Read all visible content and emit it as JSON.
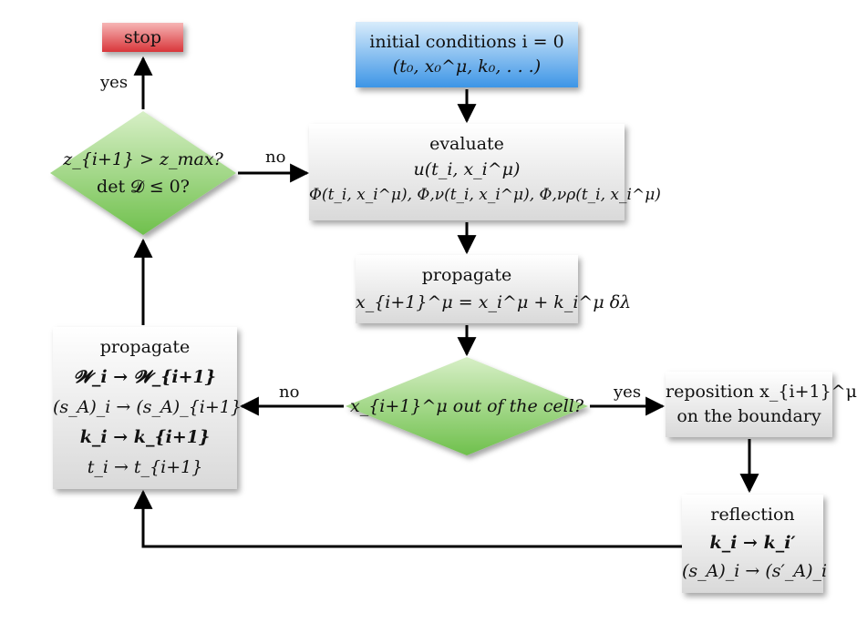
{
  "nodes": {
    "stop": {
      "text": "stop"
    },
    "initial": {
      "line1": "initial conditions i = 0",
      "line2": "(t₀, x₀^μ, k₀, . . .)"
    },
    "decision_top": {
      "line1": "z_{i+1} > z_max?",
      "line2": "det 𝓓 ≤ 0?"
    },
    "evaluate": {
      "title": "evaluate",
      "line1": "u(t_i, x_i^μ)",
      "line2": "Φ(t_i, x_i^μ), Φ,ν(t_i, x_i^μ), Φ,νρ(t_i, x_i^μ)"
    },
    "propagate_mid": {
      "title": "propagate",
      "line1": "x_{i+1}^μ = x_i^μ + k_i^μ δλ"
    },
    "decision_cell": {
      "line1": "x_{i+1}^μ out of the cell?"
    },
    "propagate_left": {
      "title": "propagate",
      "line1": "𝓦_i → 𝓦_{i+1}",
      "line2": "(s_A)_i → (s_A)_{i+1}",
      "line3": "k_i → k_{i+1}",
      "line4": "t_i → t_{i+1}"
    },
    "reposition": {
      "line1": "reposition x_{i+1}^μ",
      "line2": "on the boundary"
    },
    "reflection": {
      "title": "reflection",
      "line1": "k_i → k_i′",
      "line2": "(s_A)_i → (s′_A)_i"
    }
  },
  "edge_labels": {
    "yes_top": "yes",
    "no_top": "no",
    "no_mid": "no",
    "yes_mid": "yes"
  },
  "colors": {
    "stop_top": "#f6b6b6",
    "stop_bottom": "#d9363a",
    "initial_top": "#d8ecfb",
    "initial_bottom": "#3d95e6",
    "diamond_top": "#d7efc6",
    "diamond_bottom": "#6fc04c",
    "box_top": "#ffffff",
    "box_bottom": "#d6d6d6",
    "arrow": "#000000"
  }
}
